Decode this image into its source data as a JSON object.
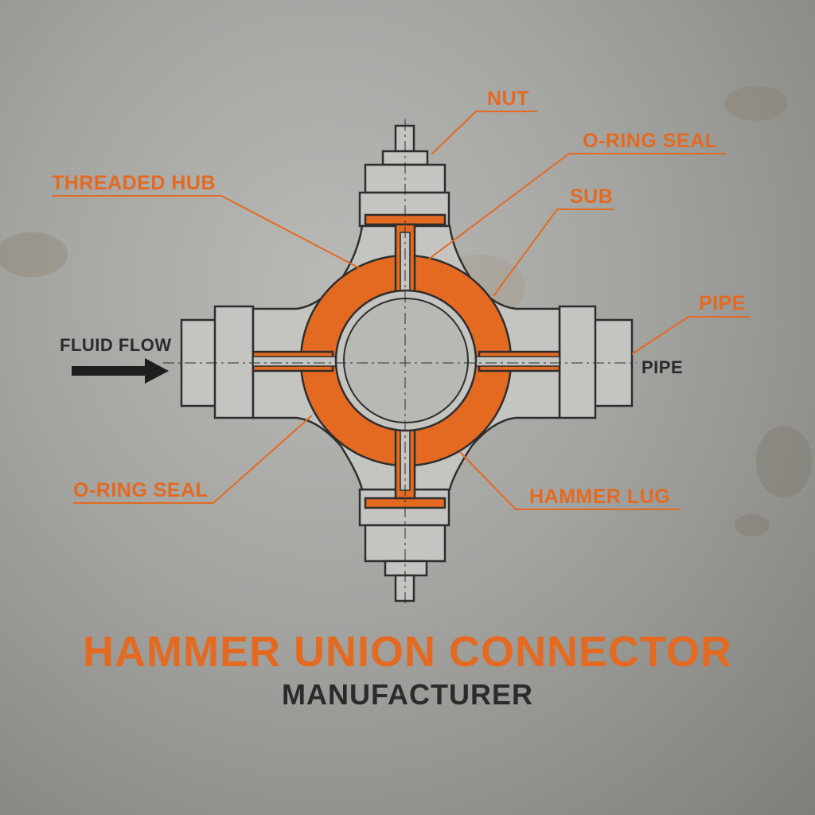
{
  "colors": {
    "accent": "#e46a22",
    "ink": "#2b2b2b",
    "outline": "#2e2e2e",
    "body_fill": "#c4c4c1",
    "arrow": "#1e1e1e"
  },
  "title": "HAMMER UNION CONNECTOR",
  "subtitle": "MANUFACTURER",
  "flow_label": "FLUID FLOW",
  "pipe_text": "PIPE",
  "callouts": {
    "nut": "NUT",
    "oring_top": "O-RING SEAL",
    "sub": "SUB",
    "threaded_hub": "THREADED HUB",
    "pipe": "PIPE",
    "oring_bottom": "O-RING SEAL",
    "hammer_lug": "HAMMER LUG"
  }
}
